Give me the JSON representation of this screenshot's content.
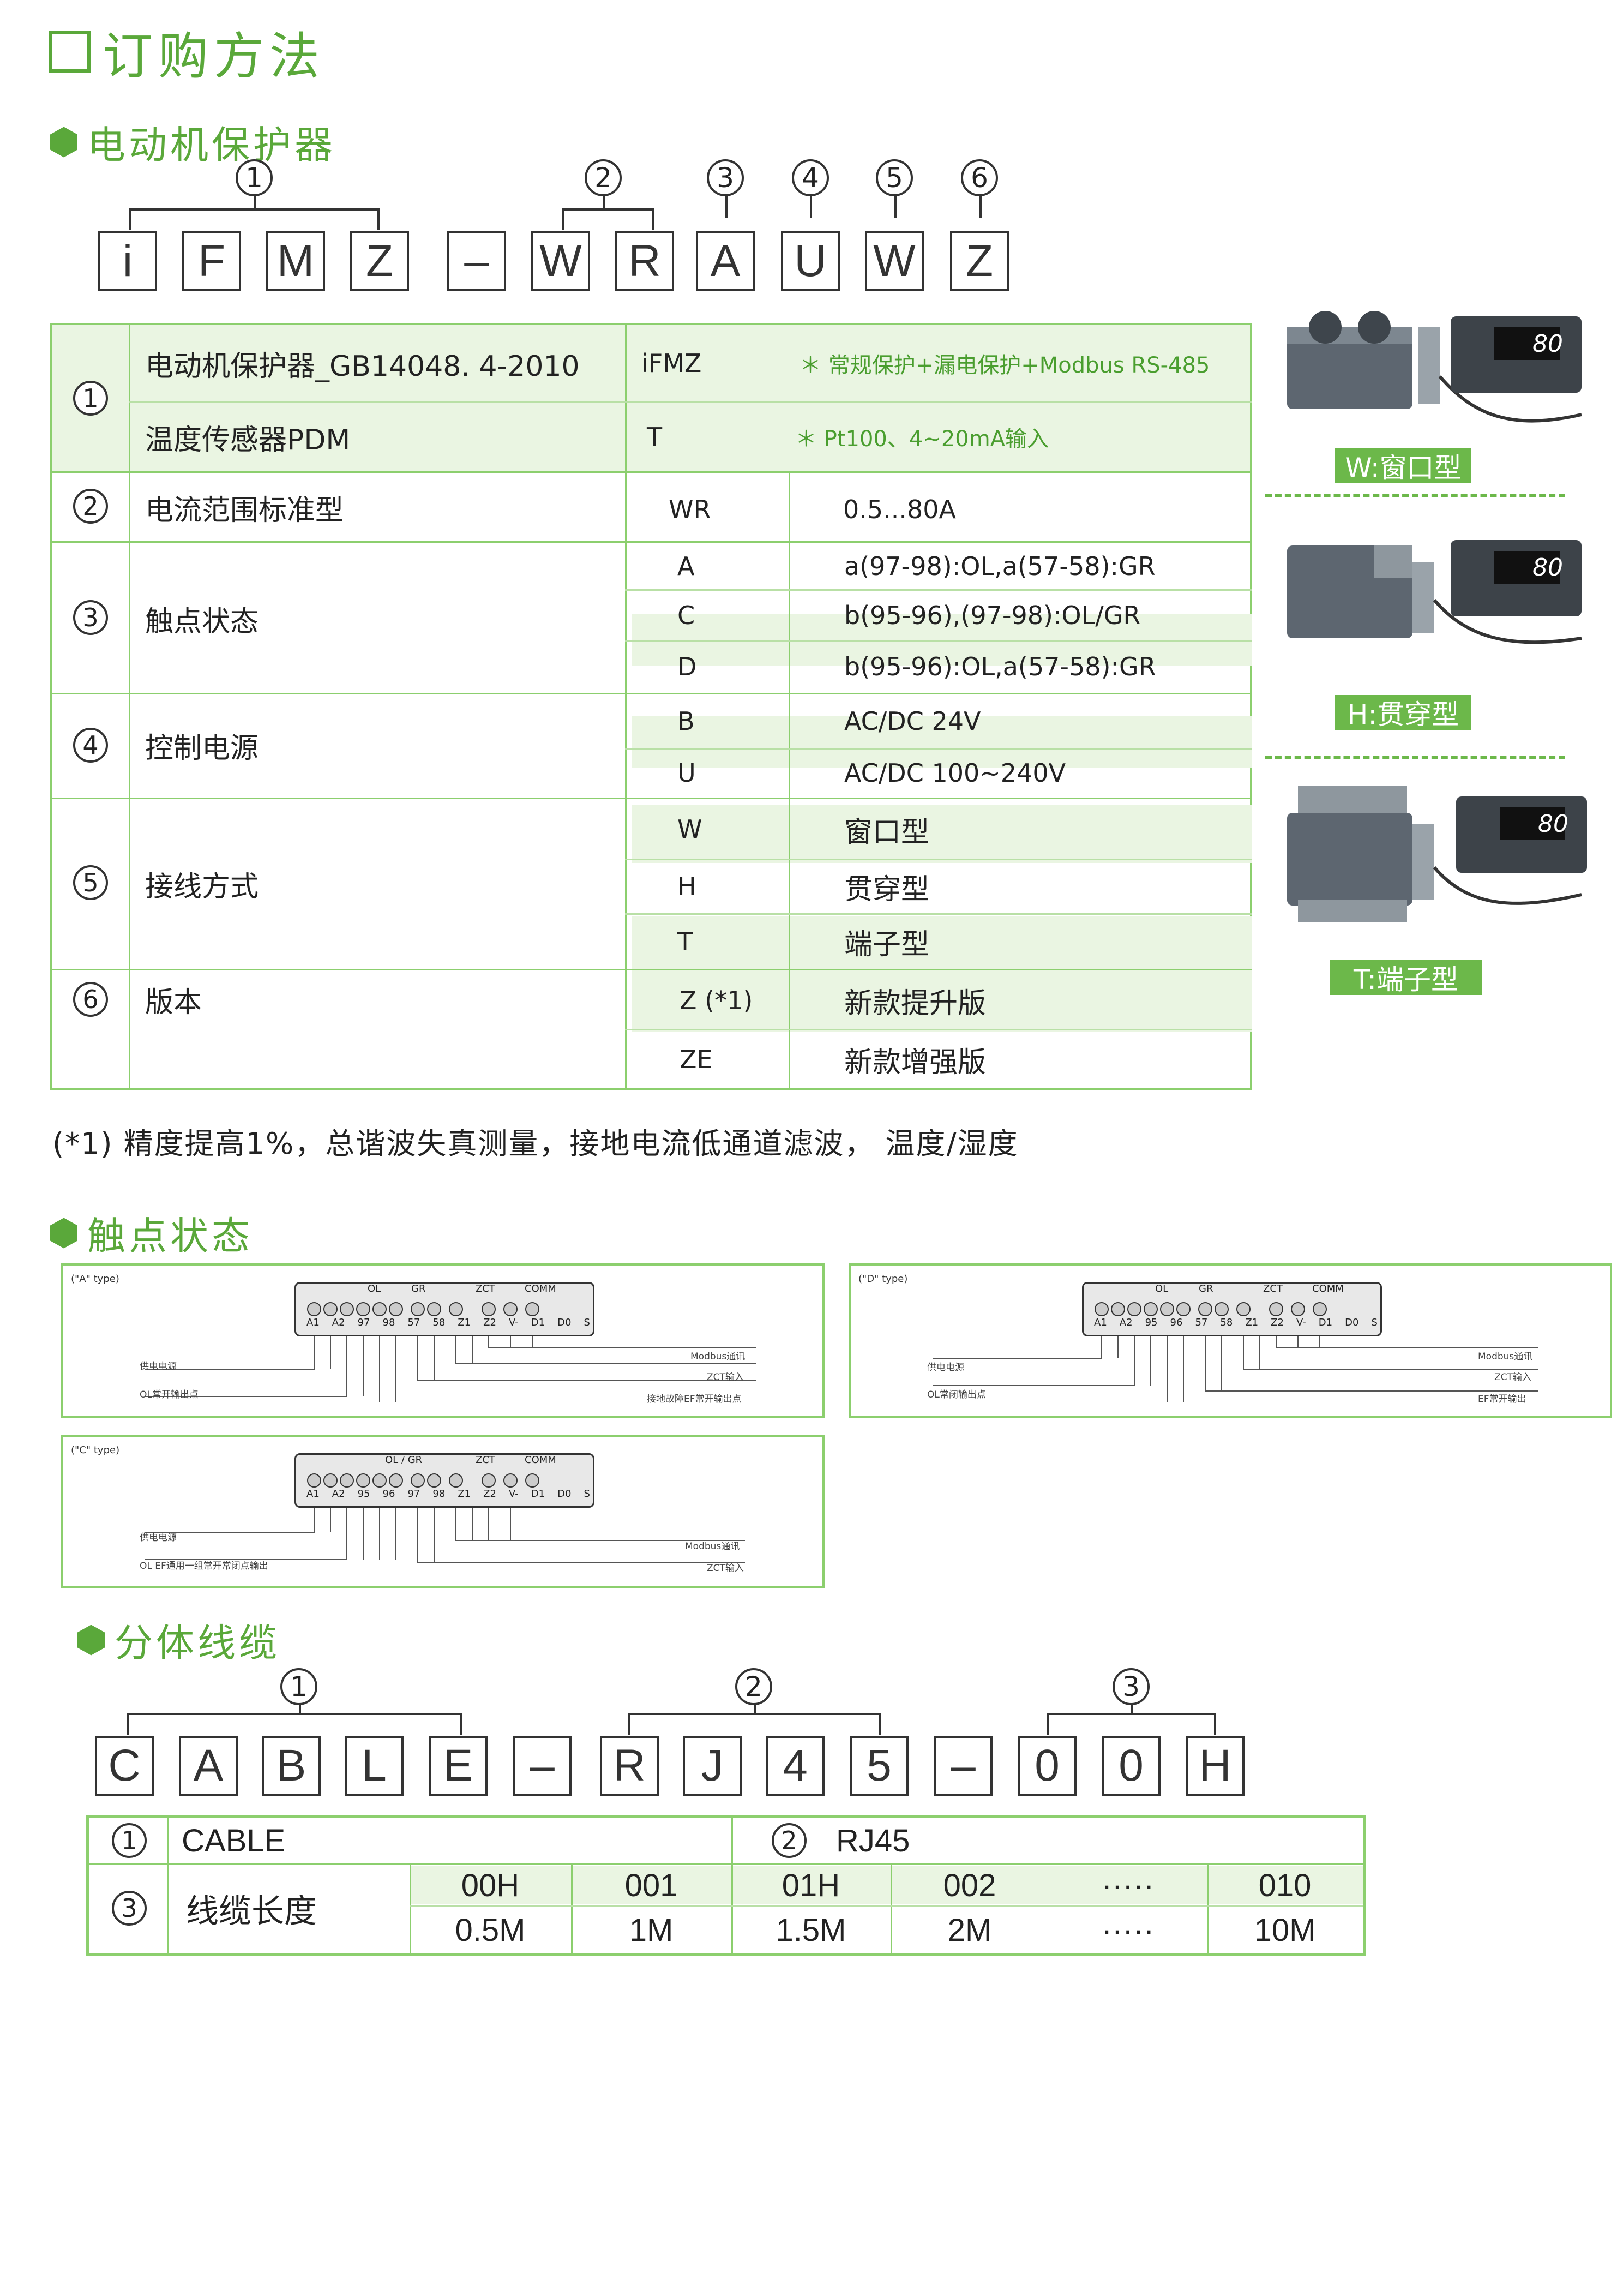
{
  "page_title": "订购方法",
  "sections": {
    "motor_protector": "电动机保护器",
    "contact_status": "触点状态",
    "split_cable": "分体线缆"
  },
  "model_code": {
    "chars": [
      "i",
      "F",
      "M",
      "Z",
      "–",
      "W",
      "R",
      "A",
      "U",
      "W",
      "Z"
    ],
    "circle_labels": [
      "1",
      "2",
      "3",
      "4",
      "5",
      "6"
    ]
  },
  "main_table": {
    "rows": {
      "r1": {
        "num": "1",
        "name_a": "电动机保护器_GB14048. 4-2010",
        "code_a": "iFMZ",
        "note_a": "＊ 常规保护+漏电保护+Modbus RS-485",
        "name_b": "温度传感器PDM",
        "code_b": "T",
        "note_b": "＊ Pt100、4~20mA输入"
      },
      "r2": {
        "num": "2",
        "name": "电流范围标准型",
        "code": "WR",
        "desc": "0.5...80A"
      },
      "r3": {
        "num": "3",
        "name": "触点状态",
        "items": [
          {
            "code": "A",
            "desc": "a(97-98):OL,a(57-58):GR"
          },
          {
            "code": "C",
            "desc": "b(95-96),(97-98):OL/GR"
          },
          {
            "code": "D",
            "desc": "b(95-96):OL,a(57-58):GR"
          }
        ]
      },
      "r4": {
        "num": "4",
        "name": "控制电源",
        "items": [
          {
            "code": "B",
            "desc": "AC/DC 24V"
          },
          {
            "code": "U",
            "desc": "AC/DC 100~240V"
          }
        ]
      },
      "r5": {
        "num": "5",
        "name": "接线方式",
        "items": [
          {
            "code": "W",
            "desc": "窗口型"
          },
          {
            "code": "H",
            "desc": "贯穿型"
          },
          {
            "code": "T",
            "desc": "端子型"
          }
        ]
      },
      "r6": {
        "num": "6",
        "name": "版本",
        "items": [
          {
            "code": "Z (*1)",
            "desc": "新款提升版"
          },
          {
            "code": "ZE",
            "desc": "新款增强版"
          }
        ]
      }
    }
  },
  "products": [
    {
      "label": "W:窗口型",
      "display": "80"
    },
    {
      "label": "H:贯穿型",
      "display": "80"
    },
    {
      "label": "T:端子型",
      "display": "80"
    }
  ],
  "footnote": "(*1)  精度提高1%，总谐波失真测量，接地电流低通道滤波，  温度/湿度",
  "contact_panels": {
    "A": {
      "type": "(\"A\" type)",
      "headers": [
        "OL",
        "GR",
        "ZCT",
        "COMM"
      ],
      "terminals": [
        "A1",
        "A2",
        "97",
        "98",
        "57",
        "58",
        "Z1",
        "Z2",
        "V-",
        "D1",
        "D0",
        "S"
      ],
      "notes_left": [
        "供电电源",
        "OL常开输出点"
      ],
      "notes_right": [
        "Modbus通讯",
        "ZCT输入",
        "接地故障EF常开输出点"
      ]
    },
    "D": {
      "type": "(\"D\" type)",
      "headers": [
        "OL",
        "GR",
        "ZCT",
        "COMM"
      ],
      "terminals": [
        "A1",
        "A2",
        "95",
        "96",
        "57",
        "58",
        "Z1",
        "Z2",
        "V-",
        "D1",
        "D0",
        "S"
      ],
      "notes_left": [
        "供电电源",
        "OL常闭输出点"
      ],
      "notes_right": [
        "Modbus通讯",
        "ZCT输入",
        "EF常开输出"
      ]
    },
    "C": {
      "type": "(\"C\" type)",
      "headers": [
        "OL / GR",
        "ZCT",
        "COMM"
      ],
      "terminals": [
        "A1",
        "A2",
        "95",
        "96",
        "97",
        "98",
        "Z1",
        "Z2",
        "V-",
        "D1",
        "D0",
        "S"
      ],
      "notes_left": [
        "供电电源",
        "OL EF通用一组常开常闭点输出"
      ],
      "notes_right": [
        "Modbus通讯",
        "ZCT输入"
      ]
    }
  },
  "cable_code": {
    "chars": [
      "C",
      "A",
      "B",
      "L",
      "E",
      "–",
      "R",
      "J",
      "4",
      "5",
      "–",
      "0",
      "0",
      "H"
    ],
    "circle_labels": [
      "1",
      "2",
      "3"
    ]
  },
  "cable_table": {
    "r1_num": "1",
    "r1_name": "CABLE",
    "r2_num": "2",
    "r2_name": "RJ45",
    "r3_num": "3",
    "r3_name": "线缆长度",
    "codes": [
      "00H",
      "001",
      "01H",
      "002",
      "·····",
      "010"
    ],
    "lengths": [
      "0.5M",
      "1M",
      "1.5M",
      "2M",
      "·····",
      "10M"
    ]
  },
  "colors": {
    "accent": "#5aa83a",
    "border": "#8ccf6e",
    "zebra": "#eaf5e2",
    "label_bg": "#6cb84a"
  }
}
